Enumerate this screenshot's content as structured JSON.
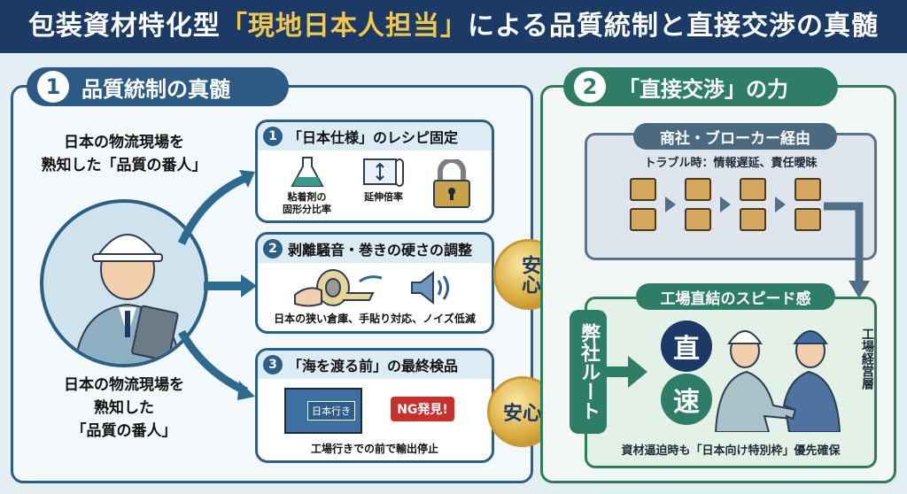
{
  "header": {
    "title_pre": "包装資材特化型",
    "title_highlight": "「現地日本人担当」",
    "title_post": "による品質統制と直接交渉の真髄"
  },
  "left": {
    "tab_num": "1",
    "tab_label": "品質統制の真髄",
    "guardian_top": [
      "日本の物流現場を",
      "熟知した「品質の番人」"
    ],
    "guardian_bottom": [
      "日本の物流現場を",
      "熟知した",
      "「品質の番人」"
    ],
    "cards": [
      {
        "num": "1",
        "title": "「日本仕様」のレシピ固定",
        "items": [
          "粘着剤の\n固形分比率",
          "延伸倍率"
        ]
      },
      {
        "num": "2",
        "title": "剥離騒音・巻きの硬さの調整",
        "caption": "日本の狭い倉庫、手貼り対応、ノイズ低減"
      },
      {
        "num": "3",
        "title": "「海を渡る前」の最終検品",
        "container_label": "日本行き",
        "ng_label": "NG発見!",
        "caption": "工場行きでの前で輸出停止"
      }
    ],
    "medals": [
      "安心",
      "安心"
    ]
  },
  "right": {
    "tab_num": "2",
    "tab_label": "「直接交渉」の力",
    "broker": {
      "title": "商社・ブローカー経由",
      "note": "トラブル時：情報遅延、責任曖昧"
    },
    "factory": {
      "title": "工場直結のスピード感",
      "route": "弊社ルート",
      "direct": "直",
      "speed": "速",
      "mgmt": "工場経営層",
      "caption": "資材逼迫時も「日本向け特別枠」優先確保"
    }
  },
  "colors": {
    "navy": "#1b3b66",
    "green": "#2e7d5b",
    "gold": "#d9aa3c"
  }
}
